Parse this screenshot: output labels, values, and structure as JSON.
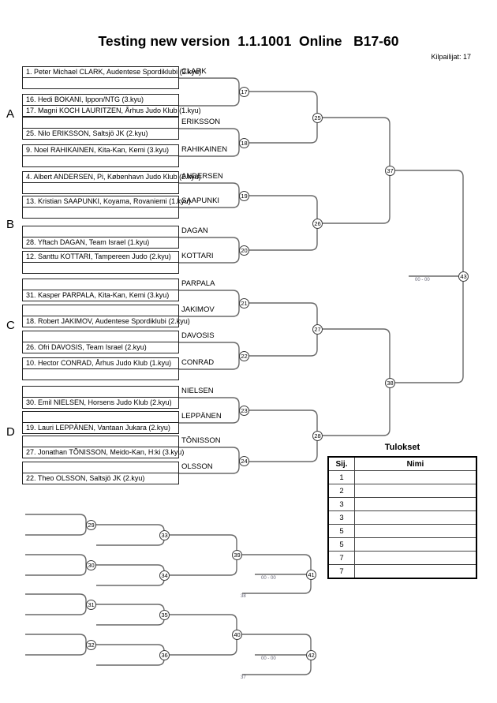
{
  "header": {
    "title": "Testing new version  1.1.1001  Online   B17-60",
    "competitors_label": "Kilpailijat: 17"
  },
  "groups": {
    "a": "A",
    "b": "B",
    "c": "C",
    "d": "D"
  },
  "pairs": {
    "p1": {
      "top": "1. Peter Michael CLARK, Audentese Spordiklubi (2.kyu)",
      "bottom": ""
    },
    "p2": {
      "top": "16. Hedi BOKANI, Ippon/NTG (3.kyu)",
      "bottom": "17. Magni KOCH LAURITZEN, Århus Judo Klub (1.kyu)"
    },
    "p3": {
      "top": "",
      "bottom": "25. Nilo ERIKSSON, Saltsjö JK (2.kyu)"
    },
    "p4": {
      "top": "9. Noel RAHIKAINEN, Kita-Kan, Kemi (3.kyu)",
      "bottom": ""
    },
    "p5": {
      "top": "4. Albert ANDERSEN, Pi, København Judo Klub (2.kyu)",
      "bottom": ""
    },
    "p6": {
      "top": "13. Kristian SAAPUNKI, Koyama, Rovaniemi (1.kyu)",
      "bottom": ""
    },
    "p7": {
      "top": "",
      "bottom": "28. Yftach DAGAN, Team Israel (1.kyu)"
    },
    "p8": {
      "top": "12. Santtu KOTTARI, Tampereen Judo (2.kyu)",
      "bottom": ""
    },
    "p9": {
      "top": "",
      "bottom": "31. Kasper PARPALA, Kita-Kan, Kemi (3.kyu)"
    },
    "p10": {
      "top": "",
      "bottom": "18. Robert JAKIMOV, Audentese Spordiklubi (2.kyu)"
    },
    "p11": {
      "top": "",
      "bottom": "26. Ofri DAVOSIS, Team Israel (2.kyu)"
    },
    "p12": {
      "top": "10. Hector CONRAD, Århus Judo Klub (1.kyu)",
      "bottom": ""
    },
    "p13": {
      "top": "",
      "bottom": "30. Emil NIELSEN, Horsens Judo Klub (2.kyu)"
    },
    "p14": {
      "top": "",
      "bottom": "19. Lauri LEPPÄNEN, Vantaan Jukara (2.kyu)"
    },
    "p15": {
      "top": "",
      "bottom": "27. Jonathan TÕNISSON, Meido-Kan, H:ki (3.kyu)"
    },
    "p16": {
      "top": "",
      "bottom": "22. Theo OLSSON, Saltsjö JK (2.kyu)"
    }
  },
  "winners": {
    "w1": "CLARK",
    "w3": "ERIKSSON",
    "w4": "RAHIKAINEN",
    "w5": "ANDERSEN",
    "w6": "SAAPUNKI",
    "w7": "DAGAN",
    "w8": "KOTTARI",
    "w9": "PARPALA",
    "w10": "JAKIMOV",
    "w11": "DAVOSIS",
    "w12": "CONRAD",
    "w13": "NIELSEN",
    "w14": "LEPPÄNEN",
    "w15": "TÕNISSON",
    "w16": "OLSSON"
  },
  "matches": {
    "m17": "17",
    "m18": "18",
    "m19": "19",
    "m20": "20",
    "m21": "21",
    "m22": "22",
    "m23": "23",
    "m24": "24",
    "m25": "25",
    "m26": "26",
    "m27": "27",
    "m28": "28",
    "m29": "29",
    "m30": "30",
    "m31": "31",
    "m32": "32",
    "m33": "33",
    "m34": "34",
    "m35": "35",
    "m36": "36",
    "m37": "37",
    "m38": "38",
    "m39": "39",
    "m40": "40",
    "m41": "41",
    "m42": "42",
    "m43": "43"
  },
  "scores": {
    "final": "00 - 00",
    "match41": "00 - 00",
    "match42": "00 - 00"
  },
  "loser_refs": {
    "to41": "38",
    "to42": "37"
  },
  "results": {
    "title": "Tulokset",
    "col_place": "Sij.",
    "col_name": "Nimi",
    "rows": [
      {
        "place": "1",
        "name": ""
      },
      {
        "place": "2",
        "name": ""
      },
      {
        "place": "3",
        "name": ""
      },
      {
        "place": "3",
        "name": ""
      },
      {
        "place": "5",
        "name": ""
      },
      {
        "place": "5",
        "name": ""
      },
      {
        "place": "7",
        "name": ""
      },
      {
        "place": "7",
        "name": ""
      }
    ]
  }
}
